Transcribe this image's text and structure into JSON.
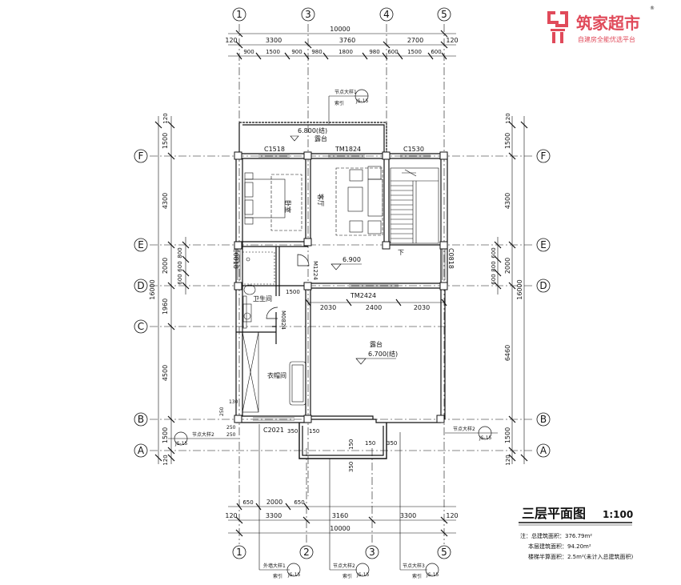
{
  "logo": {
    "name": "筑家超市",
    "slogan": "自建房全能优选平台"
  },
  "axes": {
    "top": [
      "1",
      "3",
      "4",
      "5"
    ],
    "bottom": [
      "1",
      "2",
      "3",
      "5"
    ],
    "left": [
      "F",
      "E",
      "D",
      "C",
      "B",
      "A"
    ],
    "right": [
      "F",
      "E",
      "D",
      "B",
      "A"
    ]
  },
  "dims": {
    "top_total": "10000",
    "top_edge_left": "120",
    "top_edge_right": "120",
    "top_bays": [
      "3300",
      "3760",
      "2700"
    ],
    "top_windows": [
      "900",
      "1500",
      "900",
      "980",
      "1800",
      "980",
      "600",
      "1500",
      "600"
    ],
    "bottom_windows": [
      "650",
      "2000",
      "650"
    ],
    "bottom_bays": [
      "3300",
      "3160",
      "3300"
    ],
    "bottom_edge_left": "120",
    "bottom_edge_right": "120",
    "bottom_total": "10000",
    "left_outer": [
      "120",
      "1500",
      "4300",
      "2000",
      "1960",
      "4500",
      "1500",
      "120"
    ],
    "left_inner": [
      "800",
      "600",
      "600"
    ],
    "left_total": "16000",
    "right_outer": [
      "120",
      "1500",
      "4300",
      "2000",
      "6460",
      "1500",
      "120"
    ],
    "right_inner": [
      "600",
      "800",
      "600"
    ],
    "right_total": "16000",
    "tm2424_splits": [
      "2030",
      "2400",
      "2030"
    ],
    "misc": [
      "1500",
      "350",
      "150",
      "150",
      "150",
      "350",
      "350",
      "250",
      "250",
      "130",
      "250"
    ]
  },
  "rooms": {
    "balcony_top": "露台",
    "bedroom": "卧室",
    "living": "客厅",
    "bath": "卫生间",
    "closet": "衣帽间",
    "terrace": "露台"
  },
  "levels": {
    "top_balcony": "6.800(结)",
    "landing": "6.900",
    "terrace": "6.700(结)"
  },
  "openings": {
    "c1518": "C1518",
    "tm1824": "TM1824",
    "c1530": "C1530",
    "c0818_left": "C0818",
    "c0818_right": "C0818",
    "m1224": "M1224",
    "m0824": "M0824",
    "tm2424": "TM2424",
    "c2021": "C2021",
    "stair_down": "下"
  },
  "details": {
    "top": {
      "label": "节点大样1",
      "ref": "JS-15"
    },
    "left": {
      "label": "节点大样2",
      "ref": "JS-15"
    },
    "right": {
      "label": "节点大样2",
      "ref": "JS-15"
    },
    "bottom": [
      {
        "label": "外墙大样1",
        "ref": "JS-15"
      },
      {
        "label": "节点大样2",
        "ref": "JS-15"
      },
      {
        "label": "节点大样3",
        "ref": "JS-15"
      }
    ],
    "see": "索引"
  },
  "title": {
    "name": "三层平面图",
    "scale": "1:100"
  },
  "notes": [
    "注：总建筑面积：376.79m²",
    "本层建筑面积：94.20m²",
    "楼梯半算面积：2.5m²(未计入总建筑面积)"
  ],
  "colors": {
    "line": "#111111",
    "logo": "#e04a5a"
  }
}
